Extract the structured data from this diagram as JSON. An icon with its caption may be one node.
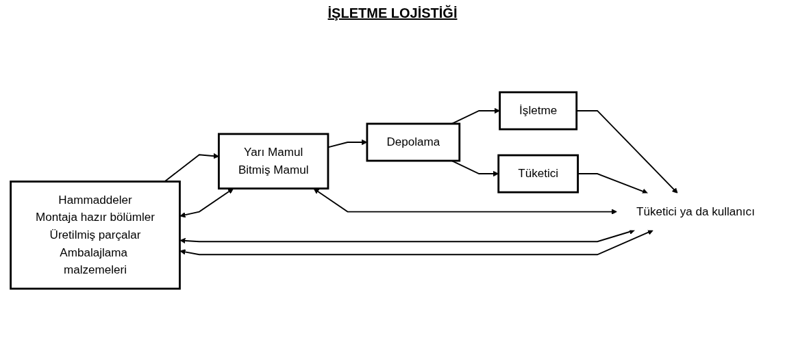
{
  "diagram": {
    "title": "İŞLETME LOJİSTİĞİ",
    "nodes": [
      {
        "text": [
          "Hammaddeler",
          "Montaja hazır bölümler",
          "Üretilmiş parçalar",
          "Ambalajlama malzemeleri"
        ]
      },
      {
        "text": [
          "Yarı Mamul",
          "Bitmiş Mamul"
        ]
      },
      {
        "text": [
          "Depolama"
        ]
      },
      {
        "text": [
          "İşletme"
        ]
      },
      {
        "text": [
          "Tüketici"
        ]
      },
      {
        "text": [
          "Tüketici ya da kullanıcı"
        ]
      }
    ],
    "edges": [
      {
        "from": 0,
        "to": 1,
        "arrow": "to"
      },
      {
        "from": 1,
        "to": 2,
        "arrow": "to"
      },
      {
        "from": 2,
        "to": 3,
        "arrow": "to"
      },
      {
        "from": 2,
        "to": 4,
        "arrow": "to"
      },
      {
        "from": 3,
        "to": 5,
        "arrow": "to"
      },
      {
        "from": 4,
        "to": 5,
        "arrow": "to"
      },
      {
        "from": 0,
        "to": 1,
        "arrow": "both"
      },
      {
        "from": 1,
        "to": 5,
        "arrow": "both"
      },
      {
        "from": 0,
        "to": 5,
        "arrow": "both"
      },
      {
        "from": 0,
        "to": 5,
        "arrow": "both"
      }
    ]
  }
}
